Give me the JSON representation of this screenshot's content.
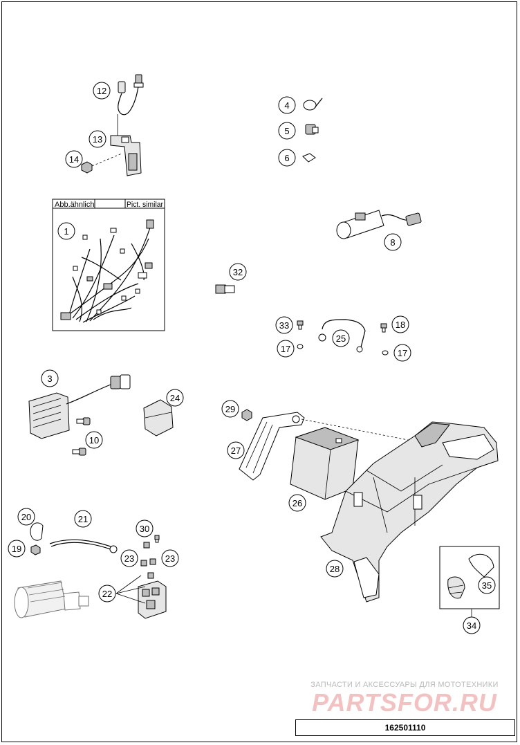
{
  "diagram": {
    "box_header_left": "Abb.ähnlich",
    "box_header_right": "Pict. similar",
    "callouts": [
      "1",
      "3",
      "4",
      "5",
      "6",
      "8",
      "10",
      "12",
      "13",
      "14",
      "17",
      "17",
      "18",
      "19",
      "20",
      "21",
      "22",
      "23",
      "23",
      "24",
      "25",
      "26",
      "27",
      "28",
      "29",
      "30",
      "32",
      "33",
      "34",
      "35"
    ]
  },
  "footer": {
    "watermark_top": "ЗАПЧАСТИ И АКСЕССУАРЫ ДЛЯ МОТОТЕХНИКИ",
    "watermark_logo": "PARTSFOR.RU",
    "part_code": "162501110"
  }
}
